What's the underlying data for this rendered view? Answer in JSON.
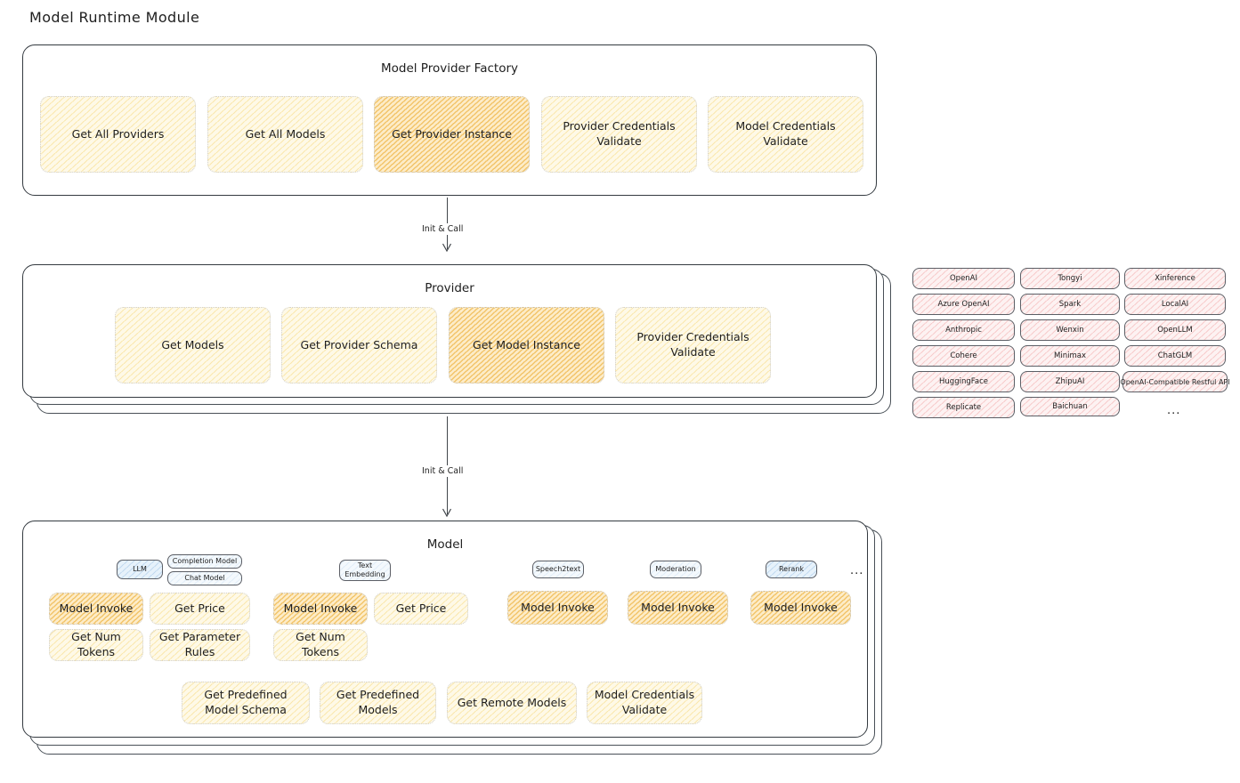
{
  "page": {
    "title": "Model Runtime Module"
  },
  "factory": {
    "title": "Model Provider Factory",
    "methods": [
      {
        "label": "Get All Providers",
        "highlight": false
      },
      {
        "label": "Get All Models",
        "highlight": false
      },
      {
        "label": "Get Provider Instance",
        "highlight": true
      },
      {
        "label": "Provider Credentials Validate",
        "highlight": false
      },
      {
        "label": "Model Credentials Validate",
        "highlight": false
      }
    ]
  },
  "connectors": [
    {
      "label": "Init & Call"
    },
    {
      "label": "Init & Call"
    }
  ],
  "provider": {
    "title": "Provider",
    "methods": [
      {
        "label": "Get Models",
        "highlight": false
      },
      {
        "label": "Get Provider Schema",
        "highlight": false
      },
      {
        "label": "Get Model Instance",
        "highlight": true
      },
      {
        "label": "Provider Credentials Validate",
        "highlight": false
      }
    ]
  },
  "provider_list": {
    "columns": [
      [
        "OpenAI",
        "Azure OpenAI",
        "Anthropic",
        "Cohere",
        "HuggingFace",
        "Replicate"
      ],
      [
        "Tongyi",
        "Spark",
        "Wenxin",
        "Minimax",
        "ZhipuAI",
        "Baichuan"
      ],
      [
        "Xinference",
        "LocalAI",
        "OpenLLM",
        "ChatGLM",
        "OpenAI-Compatible Restful API"
      ]
    ],
    "more": "..."
  },
  "model": {
    "title": "Model",
    "more": "...",
    "types": [
      {
        "name": "LLM",
        "accent": "blue",
        "subtypes": [
          "Completion Model",
          "Chat Model"
        ],
        "methods": [
          {
            "label": "Model Invoke",
            "highlight": true
          },
          {
            "label": "Get Price",
            "highlight": false
          },
          {
            "label": "Get Num Tokens",
            "highlight": false
          },
          {
            "label": "Get Parameter Rules",
            "highlight": false
          }
        ]
      },
      {
        "name": "Text Embedding",
        "accent": "blue-faint",
        "subtypes": [],
        "methods": [
          {
            "label": "Model Invoke",
            "highlight": true
          },
          {
            "label": "Get Price",
            "highlight": false
          },
          {
            "label": "Get Num Tokens",
            "highlight": false
          }
        ]
      },
      {
        "name": "Speech2text",
        "accent": "blue-faint",
        "subtypes": [],
        "methods": [
          {
            "label": "Model Invoke",
            "highlight": true
          }
        ]
      },
      {
        "name": "Moderation",
        "accent": "blue-faint",
        "subtypes": [],
        "methods": [
          {
            "label": "Model Invoke",
            "highlight": true
          }
        ]
      },
      {
        "name": "Rerank",
        "accent": "blue",
        "subtypes": [],
        "methods": [
          {
            "label": "Model Invoke",
            "highlight": true
          }
        ]
      }
    ],
    "common_methods": [
      {
        "label": "Get Predefined Model Schema"
      },
      {
        "label": "Get Predefined Models"
      },
      {
        "label": "Get Remote Models"
      },
      {
        "label": "Model Credentials Validate"
      }
    ]
  }
}
